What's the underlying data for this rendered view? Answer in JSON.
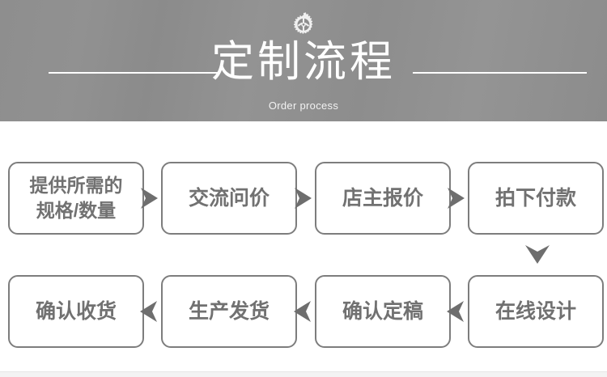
{
  "header": {
    "icon": "gear-icon",
    "title": "定制流程",
    "subtitle": "Order process",
    "accent_color": "#ffffff",
    "background_color": "#8e8e8e"
  },
  "flow": {
    "node_border_color": "#7d7d7d",
    "node_text_color": "#717171",
    "arrow_color": "#6e6e6e",
    "row1": [
      {
        "line1": "提供所需的",
        "line2": "规格/数量"
      },
      {
        "line1": "交流问价",
        "line2": ""
      },
      {
        "line1": "店主报价",
        "line2": ""
      },
      {
        "line1": "拍下付款",
        "line2": ""
      }
    ],
    "row2": [
      {
        "line1": "确认收货",
        "line2": ""
      },
      {
        "line1": "生产发货",
        "line2": ""
      },
      {
        "line1": "确认定稿",
        "line2": ""
      },
      {
        "line1": "在线设计",
        "line2": ""
      }
    ],
    "connectors": {
      "row1": [
        "arrow-right-icon",
        "arrow-right-icon",
        "arrow-right-icon"
      ],
      "row2": [
        "arrow-left-icon",
        "arrow-left-icon",
        "arrow-left-icon"
      ],
      "wrap": "arrow-down-icon"
    }
  }
}
